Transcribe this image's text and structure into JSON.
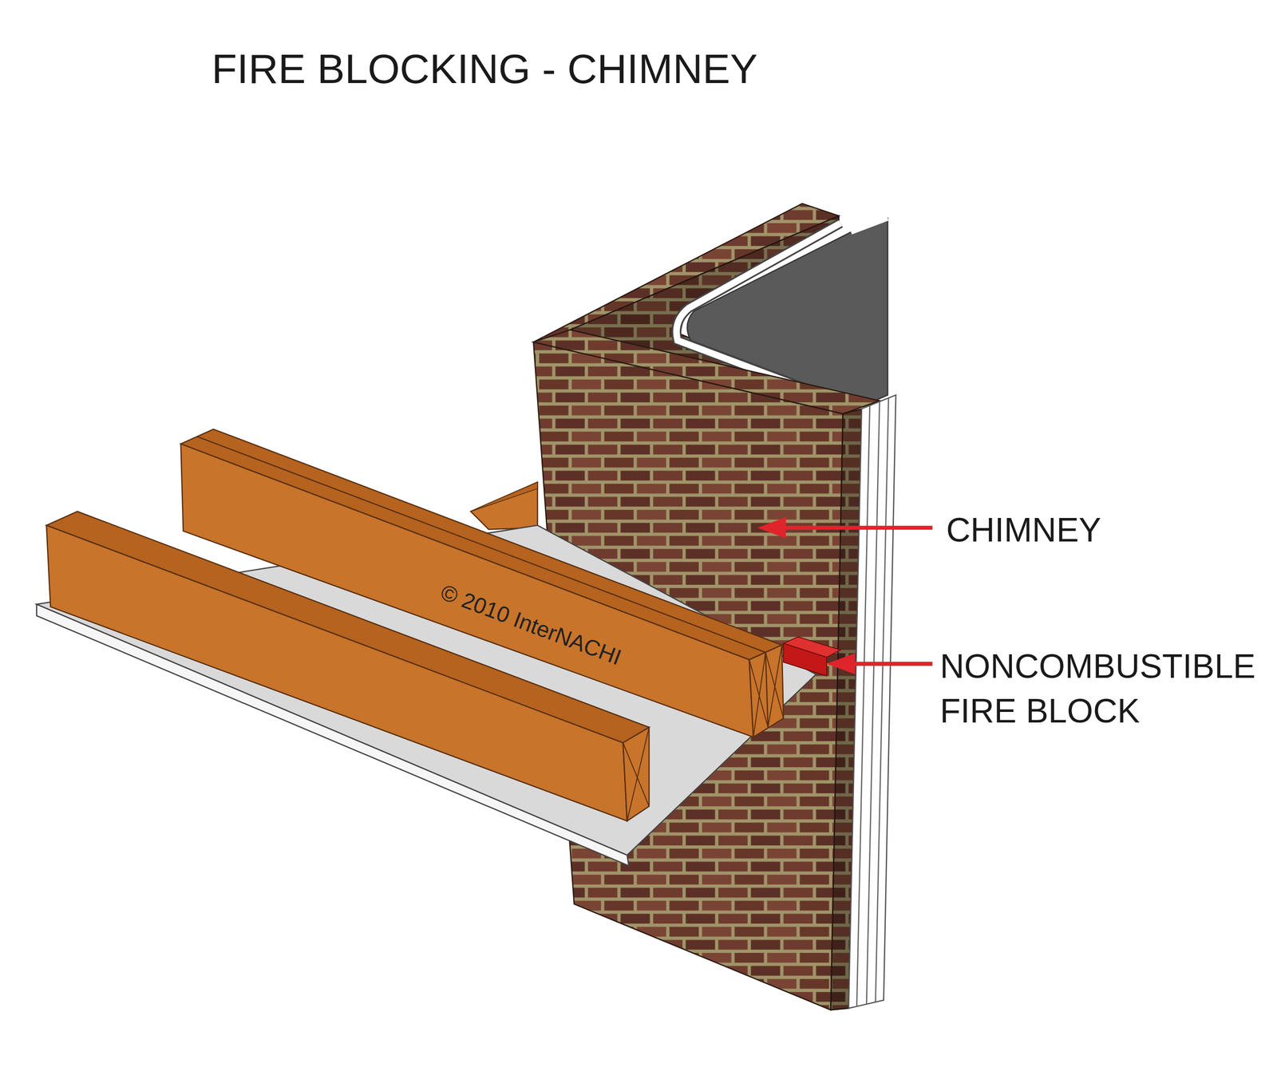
{
  "diagram": {
    "title": "FIRE BLOCKING - CHIMNEY",
    "labels": [
      "CHIMNEY",
      "NONCOMBUSTIBLE FIRE BLOCK",
      "© 2010 InterNACHI"
    ]
  }
}
